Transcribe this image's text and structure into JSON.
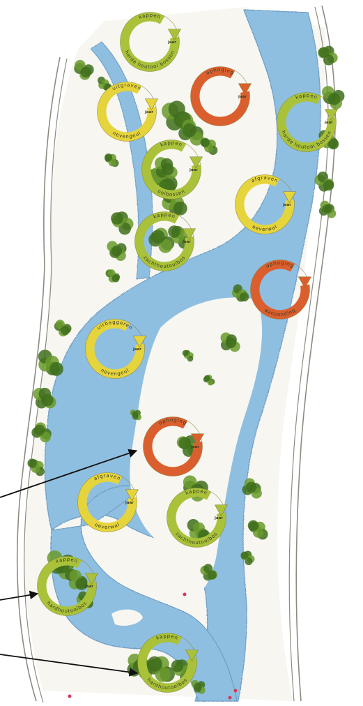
{
  "colors": {
    "water": "#8fbfe0",
    "water_edge": "#6d9cc4",
    "land": "#f7f6f1",
    "bank_line": "#8d8a80",
    "vegetation": "#6a9a2c",
    "vegetation_dark": "#3f6e1c",
    "cycle_green": "#a9c23a",
    "cycle_yellow": "#e6d43c",
    "cycle_red": "#db5f2e",
    "arrow": "#111111"
  },
  "icons": {
    "cycle": "circular-arrow-icon",
    "pointer": "arrow-icon"
  },
  "cycles": [
    {
      "id": "c1",
      "color": "cycle_green",
      "top": "kappen",
      "bottom": "harde houtooi bossen",
      "years": "jaar"
    },
    {
      "id": "c2",
      "color": "cycle_yellow",
      "top": "uitgraven",
      "bottom": "nevengeul",
      "years": "jaar"
    },
    {
      "id": "c3",
      "color": "cycle_red",
      "top": "ophoging",
      "bottom": "",
      "years": "jaar"
    },
    {
      "id": "c4",
      "color": "cycle_green",
      "top": "kappen",
      "bottom": "harde houtooi bossen",
      "years": "jaar"
    },
    {
      "id": "c5",
      "color": "cycle_green",
      "top": "kappen",
      "bottom": "ooibossen",
      "years": "jaar"
    },
    {
      "id": "c6",
      "color": "cycle_yellow",
      "top": "afgraven",
      "bottom": "oeverwal",
      "years": "jaar"
    },
    {
      "id": "c7",
      "color": "cycle_green",
      "top": "kappen",
      "bottom": "zachthoutooibos",
      "years": "jaar"
    },
    {
      "id": "c8",
      "color": "cycle_red",
      "top": "ophoging",
      "bottom": "aanzanding",
      "years": ""
    },
    {
      "id": "c9",
      "color": "cycle_yellow",
      "top": "uitbaggeren",
      "bottom": "nevengeul",
      "years": "jaar"
    },
    {
      "id": "c10",
      "color": "cycle_red",
      "top": "ophoging",
      "bottom": "",
      "years": "jaar"
    },
    {
      "id": "c11",
      "color": "cycle_yellow",
      "top": "afgraven",
      "bottom": "oeverwal",
      "years": "jaar"
    },
    {
      "id": "c12",
      "color": "cycle_green",
      "top": "kappen",
      "bottom": "zachthoutooibos",
      "years": "jaar"
    },
    {
      "id": "c13",
      "color": "cycle_green",
      "top": "kappen",
      "bottom": "hardhoutooibos",
      "years": "jaar"
    },
    {
      "id": "c14",
      "color": "cycle_green",
      "top": "kappen",
      "bottom": "hardhoutooibos",
      "years": ""
    }
  ],
  "pointers": [
    {
      "id": "p1",
      "target": "c10"
    },
    {
      "id": "p2",
      "target": "c13"
    },
    {
      "id": "p3",
      "target": "c14"
    }
  ]
}
